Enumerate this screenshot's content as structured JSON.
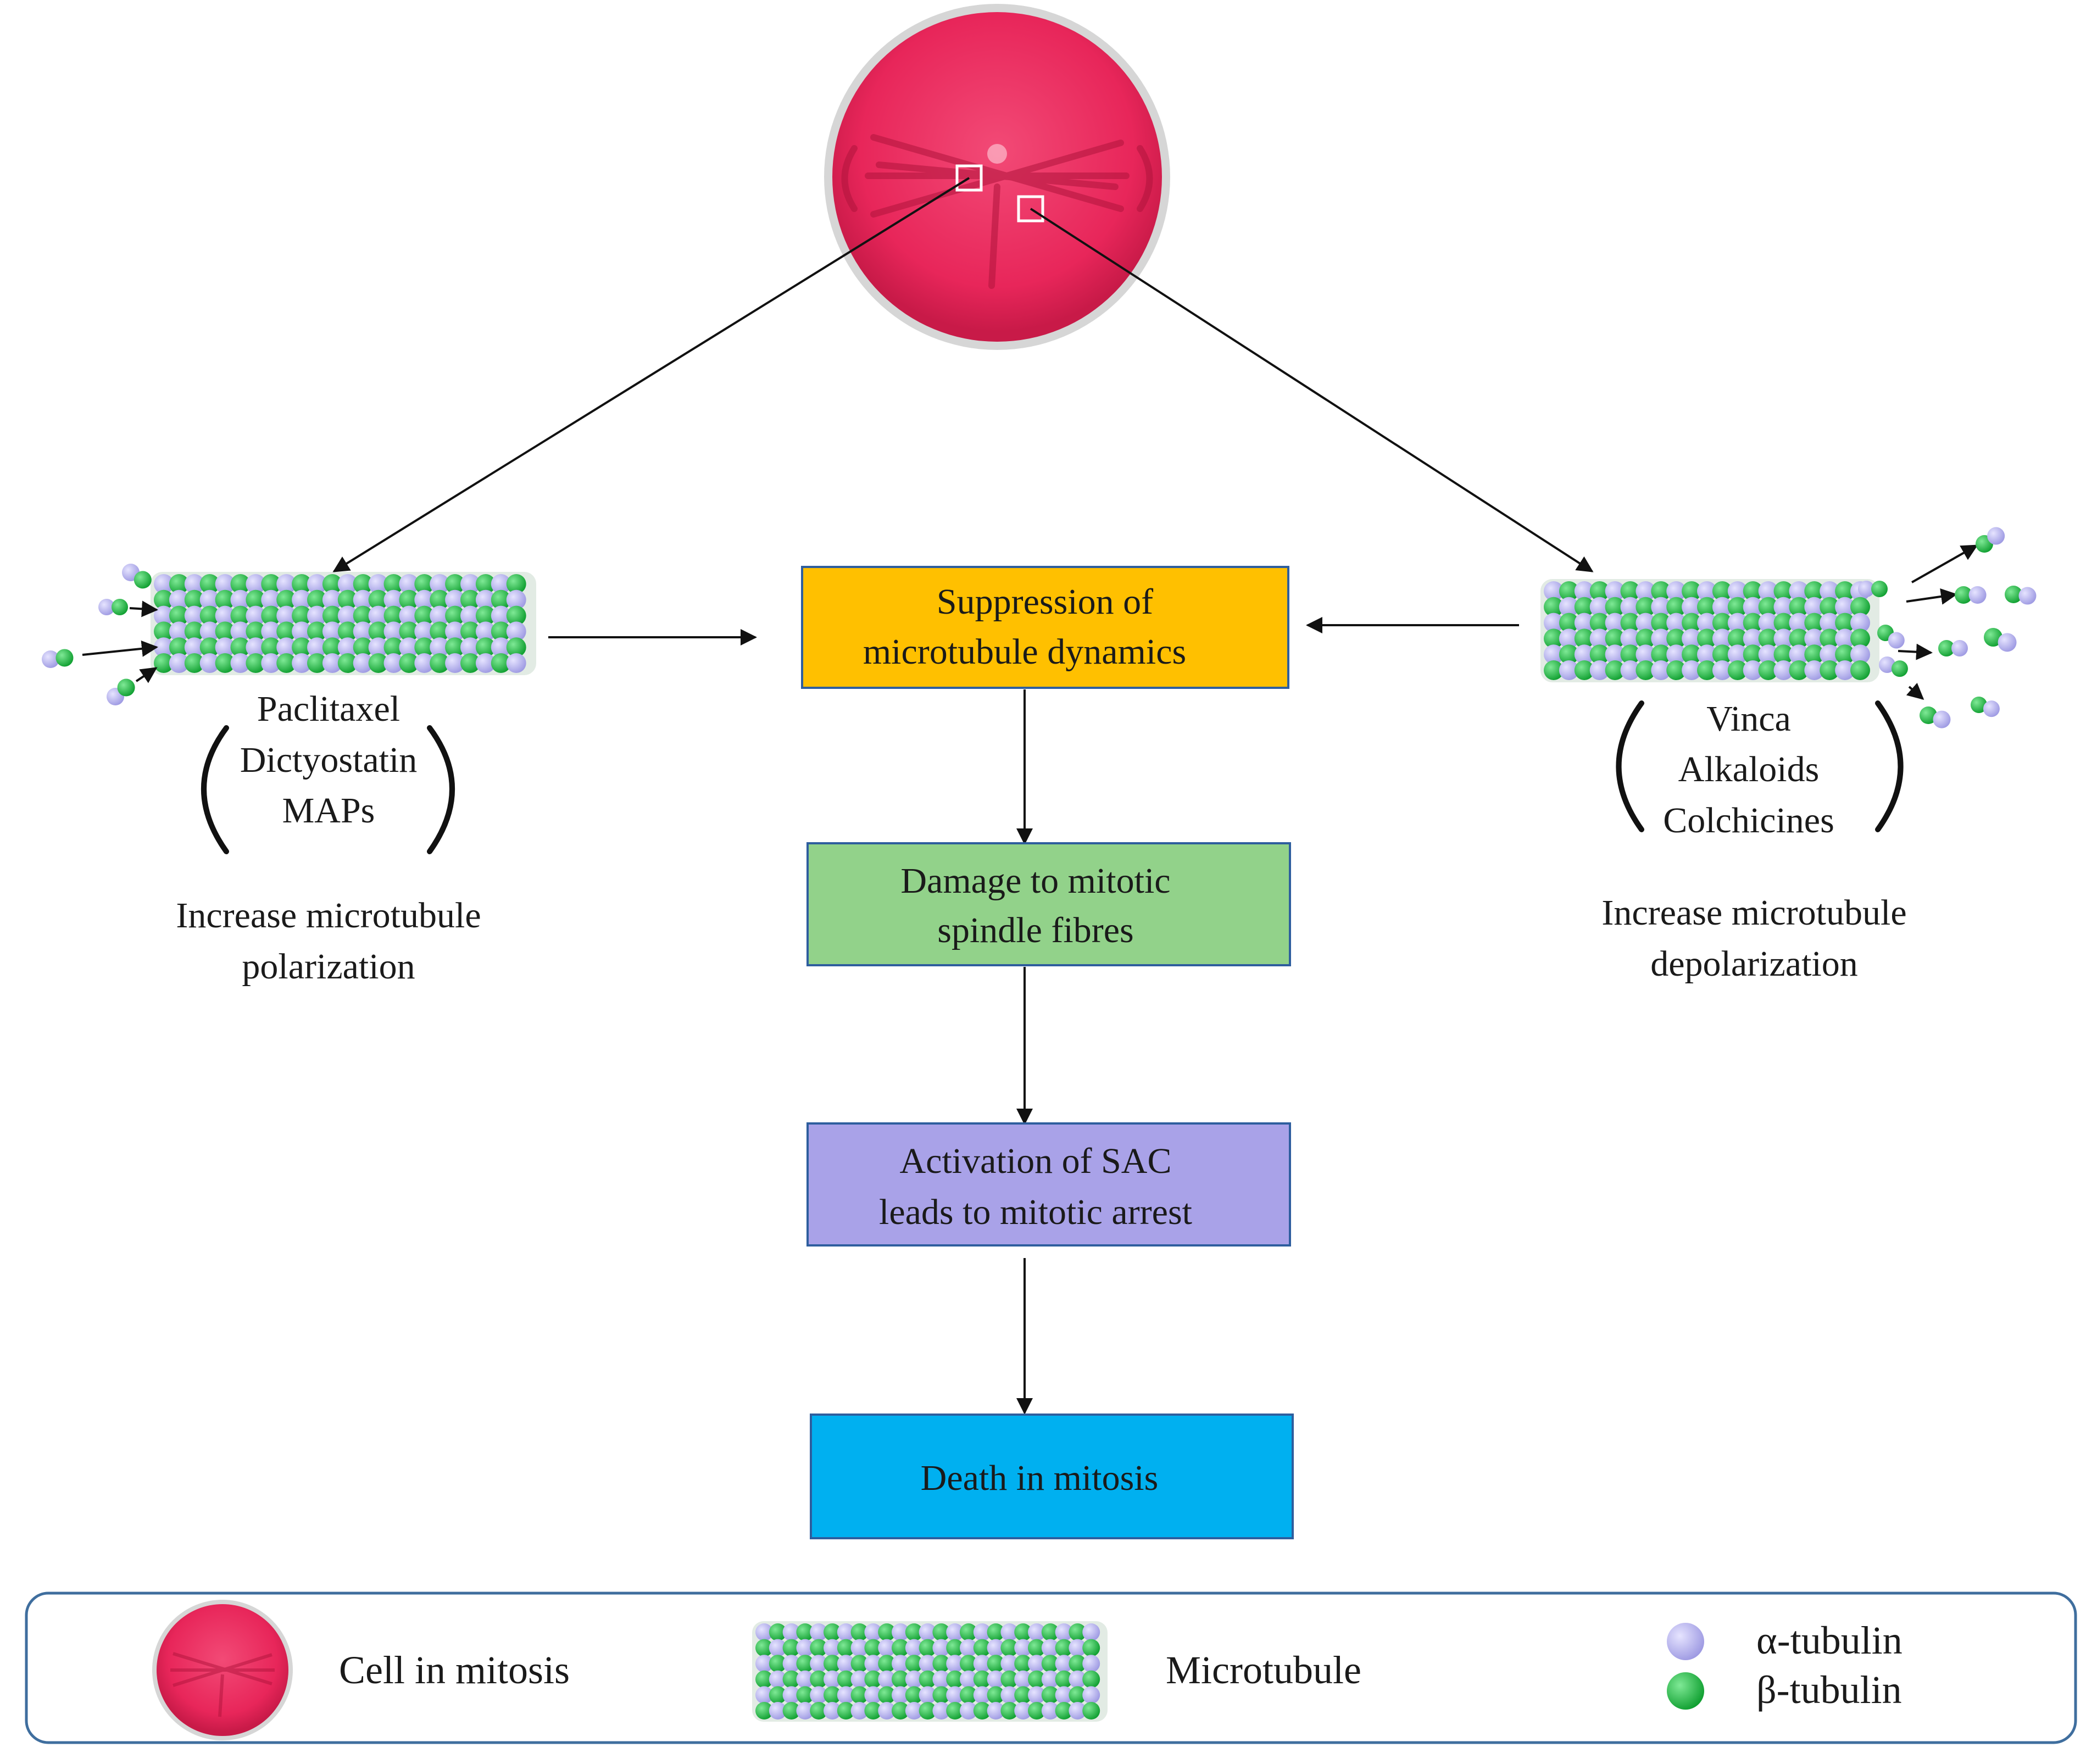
{
  "colors": {
    "cell": "#e8265a",
    "alpha_tubulin": "#a9a6ea",
    "beta_tubulin": "#17b53a",
    "box_suppression": "#ffc000",
    "box_damage": "#92d28a",
    "box_activation": "#a9a2e8",
    "box_death": "#00b0f0",
    "box_border": "#2e5e9e",
    "legend_border": "#3f6e9e"
  },
  "flow": {
    "suppression": [
      "Suppression of",
      "microtubule dynamics"
    ],
    "damage": [
      "Damage to mitotic",
      "spindle fibres"
    ],
    "activation": [
      "Activation of SAC",
      "leads to mitotic arrest"
    ],
    "death": [
      "Death in mitosis"
    ]
  },
  "left": {
    "drugs": [
      "Paclitaxel",
      "Dictyostatin",
      "MAPs"
    ],
    "effect": [
      "Increase microtubule",
      "polarization"
    ]
  },
  "right": {
    "drugs": [
      "Vinca",
      "Alkaloids",
      "Colchicines"
    ],
    "effect": [
      "Increase microtubule",
      "depolarization"
    ]
  },
  "legend": {
    "cell": "Cell in mitosis",
    "microtubule": "Microtubule",
    "alpha": "α-tubulin",
    "beta": "β-tubulin"
  },
  "icons": [
    "cell-in-mitosis-icon",
    "microtubule-icon",
    "alpha-tubulin-icon",
    "beta-tubulin-icon"
  ]
}
